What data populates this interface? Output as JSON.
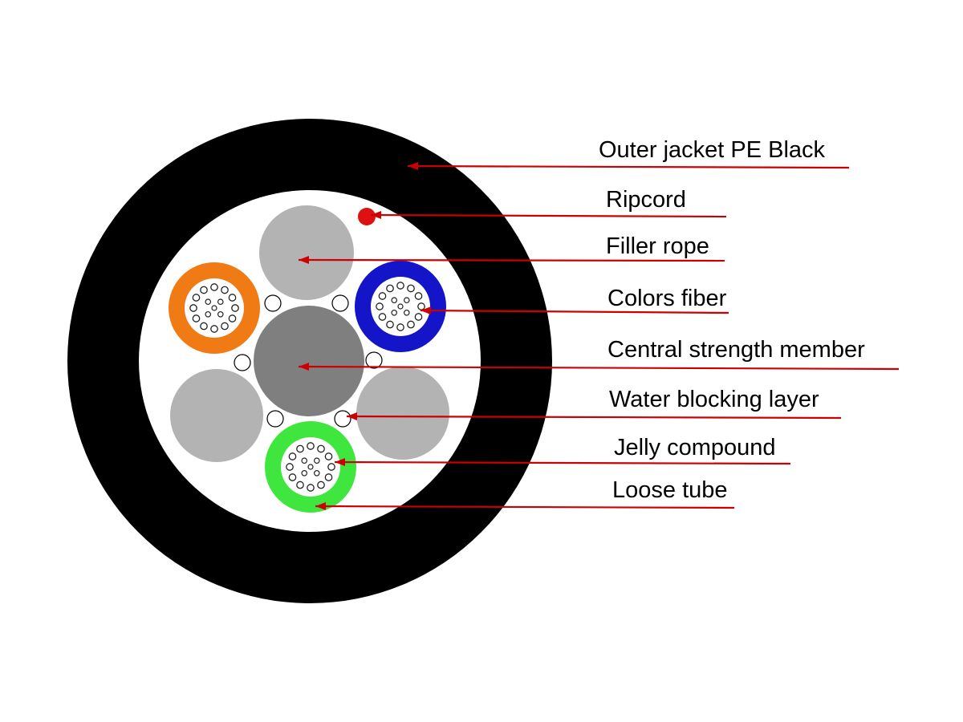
{
  "diagram": {
    "colors": {
      "jacket": "#000000",
      "core": "#ffffff",
      "filler": "#b3b3b3",
      "central_member": "#7f7f7f",
      "leader": "#cc0000",
      "ripcord": "#dd1111",
      "tube_orange": "#f07b14",
      "tube_blue": "#1414c8",
      "tube_green": "#3ee63e"
    },
    "labels": {
      "outer_jacket": "Outer jacket PE Black",
      "ripcord": "Ripcord",
      "filler_rope": "Filler rope",
      "colors_fiber": "Colors fiber",
      "central_member": "Central strength member",
      "water_blocking": "Water blocking layer",
      "jelly_compound": "Jelly compound",
      "loose_tube": "Loose tube"
    },
    "tubes": [
      {
        "name": "loose-tube-orange",
        "color_key": "tube_orange"
      },
      {
        "name": "loose-tube-blue",
        "color_key": "tube_blue"
      },
      {
        "name": "loose-tube-green",
        "color_key": "tube_green"
      }
    ]
  }
}
